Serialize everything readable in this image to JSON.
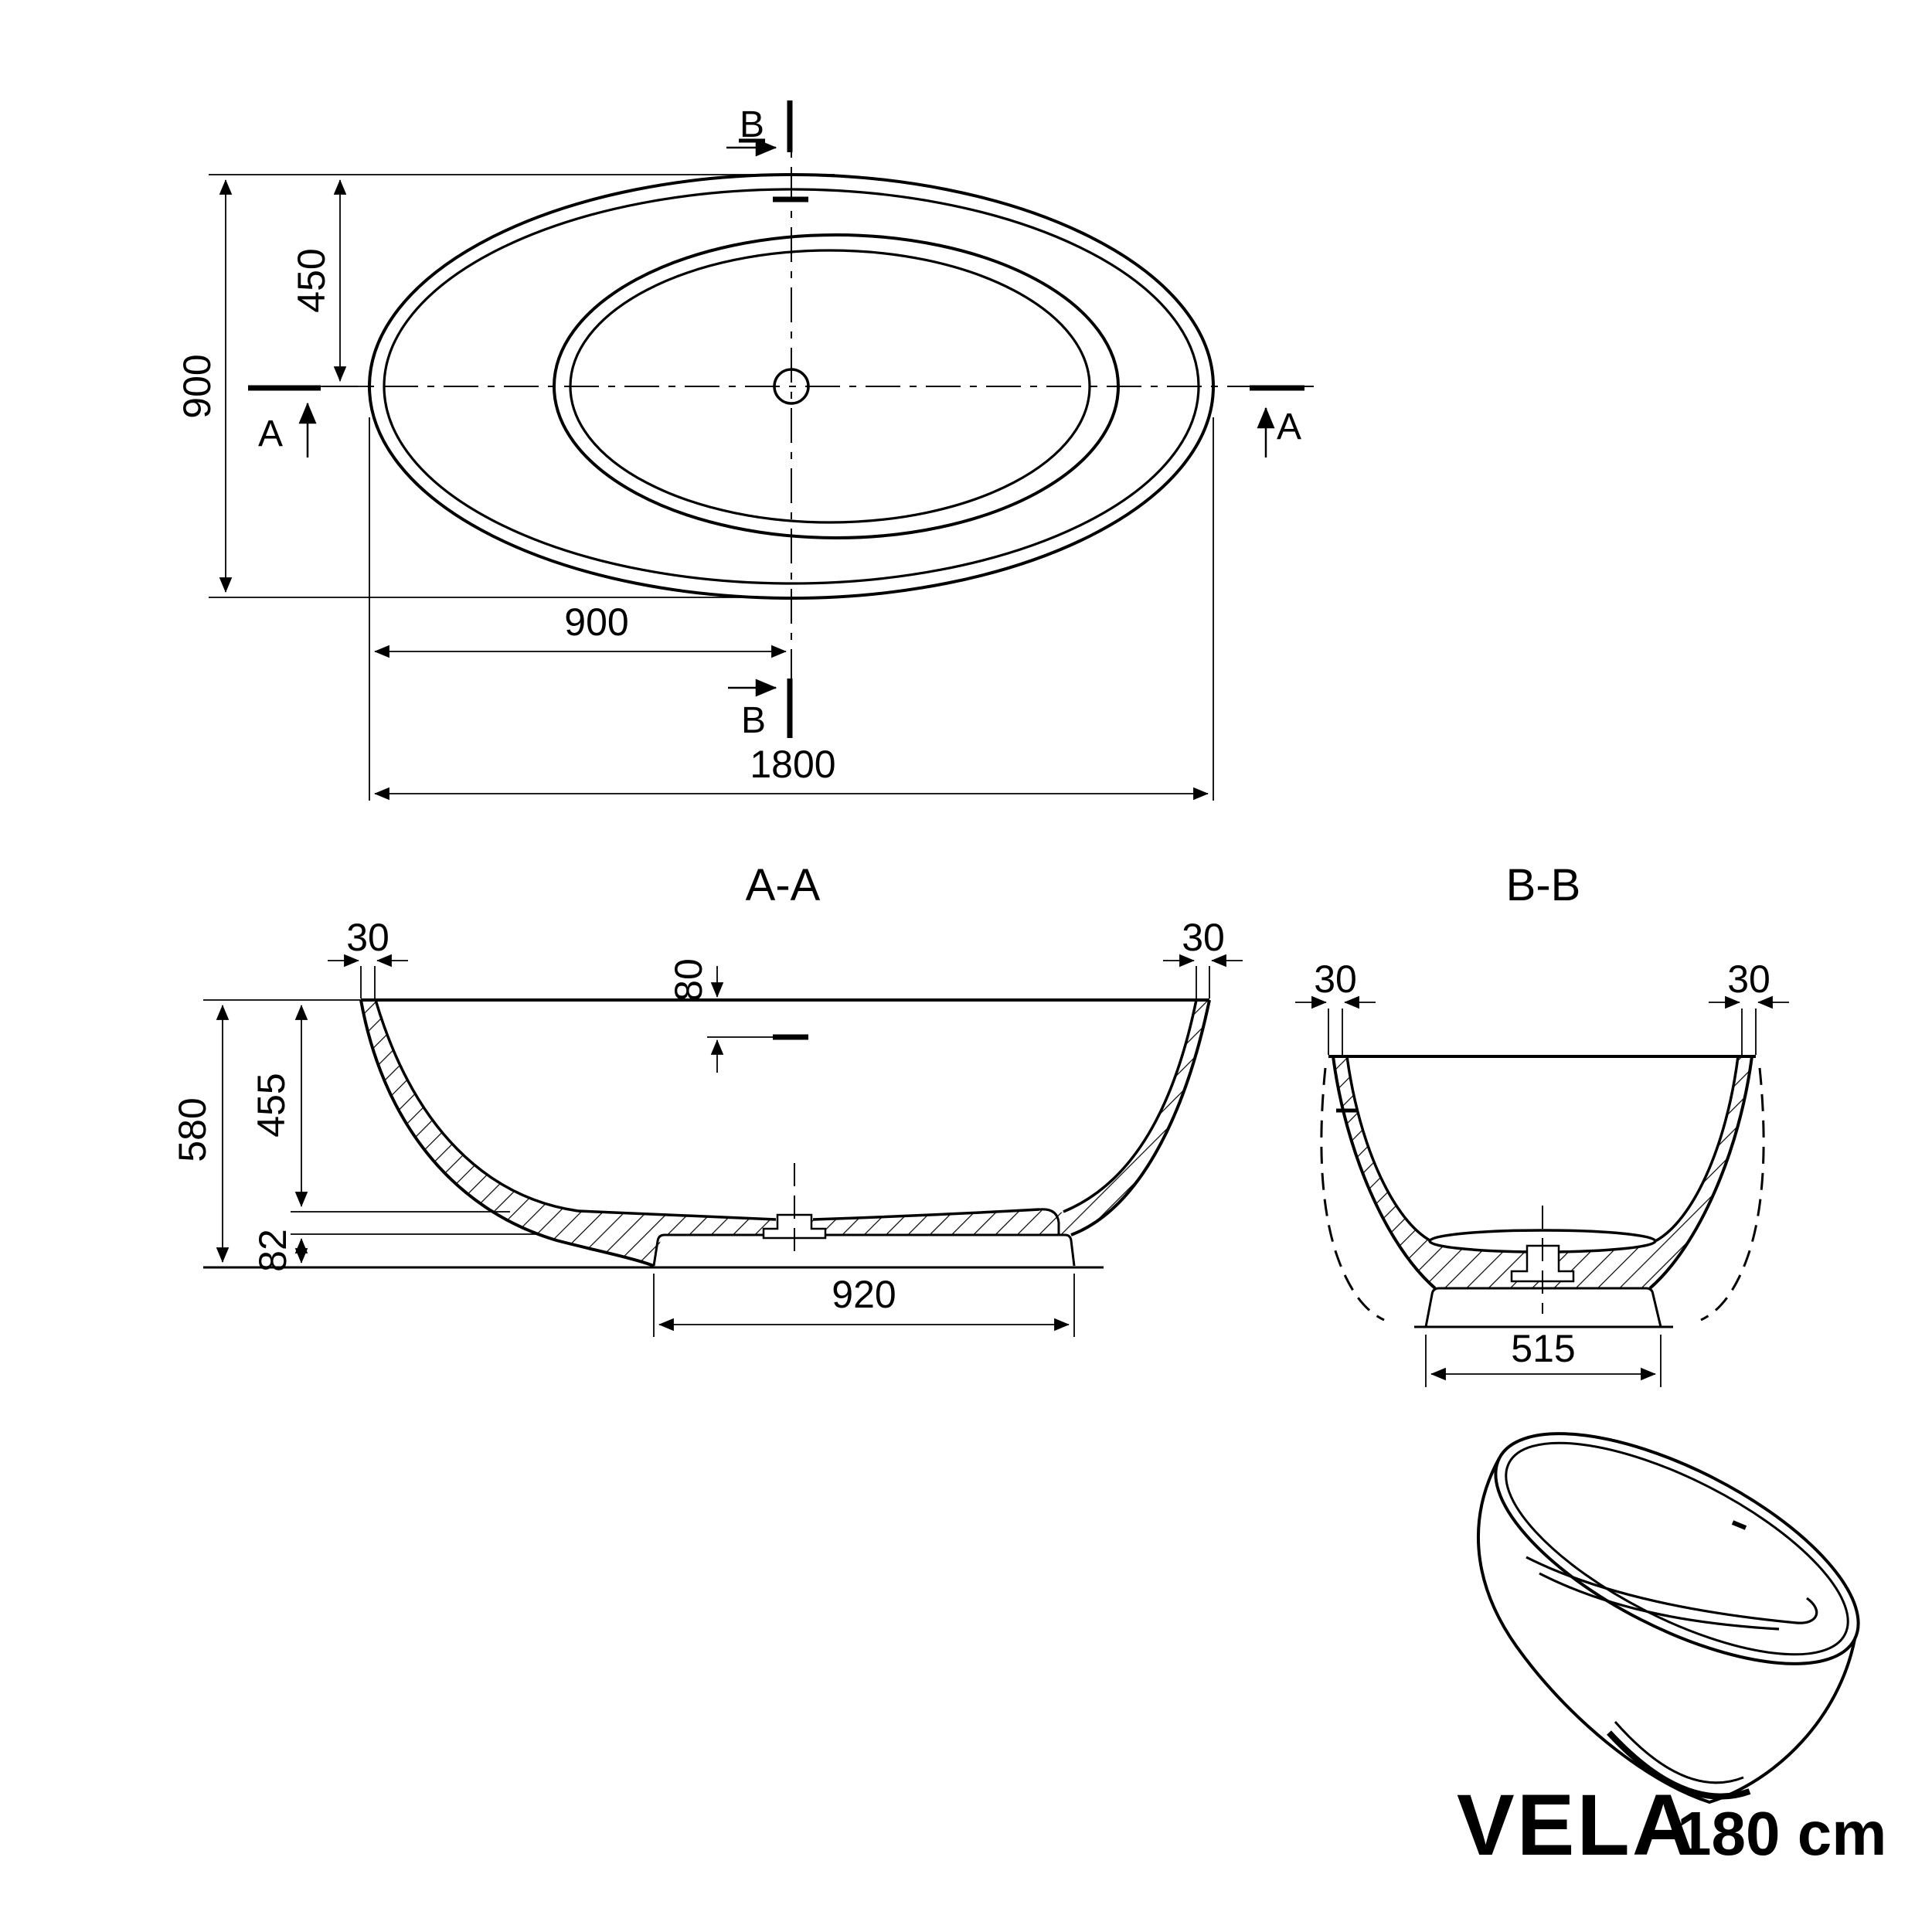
{
  "drawing": {
    "plan": {
      "dim_overall_width": "900",
      "dim_half_width": "450",
      "dim_half_length": "900",
      "dim_overall_length": "1800",
      "marker_a_left": "A",
      "marker_a_right": "A",
      "marker_b_top": "B",
      "marker_b_bottom": "B"
    },
    "section_aa": {
      "title": "A-A",
      "dim_wall_left": "30",
      "dim_wall_right": "30",
      "dim_overflow_depth": "80",
      "dim_overall_height": "580",
      "dim_inner_depth": "455",
      "dim_base_height": "82",
      "dim_base_length": "920"
    },
    "section_bb": {
      "title": "B-B",
      "dim_wall_left": "30",
      "dim_wall_right": "30",
      "dim_base_width": "515"
    },
    "footer": {
      "model_name": "VELA",
      "size_label": "180 cm"
    }
  }
}
